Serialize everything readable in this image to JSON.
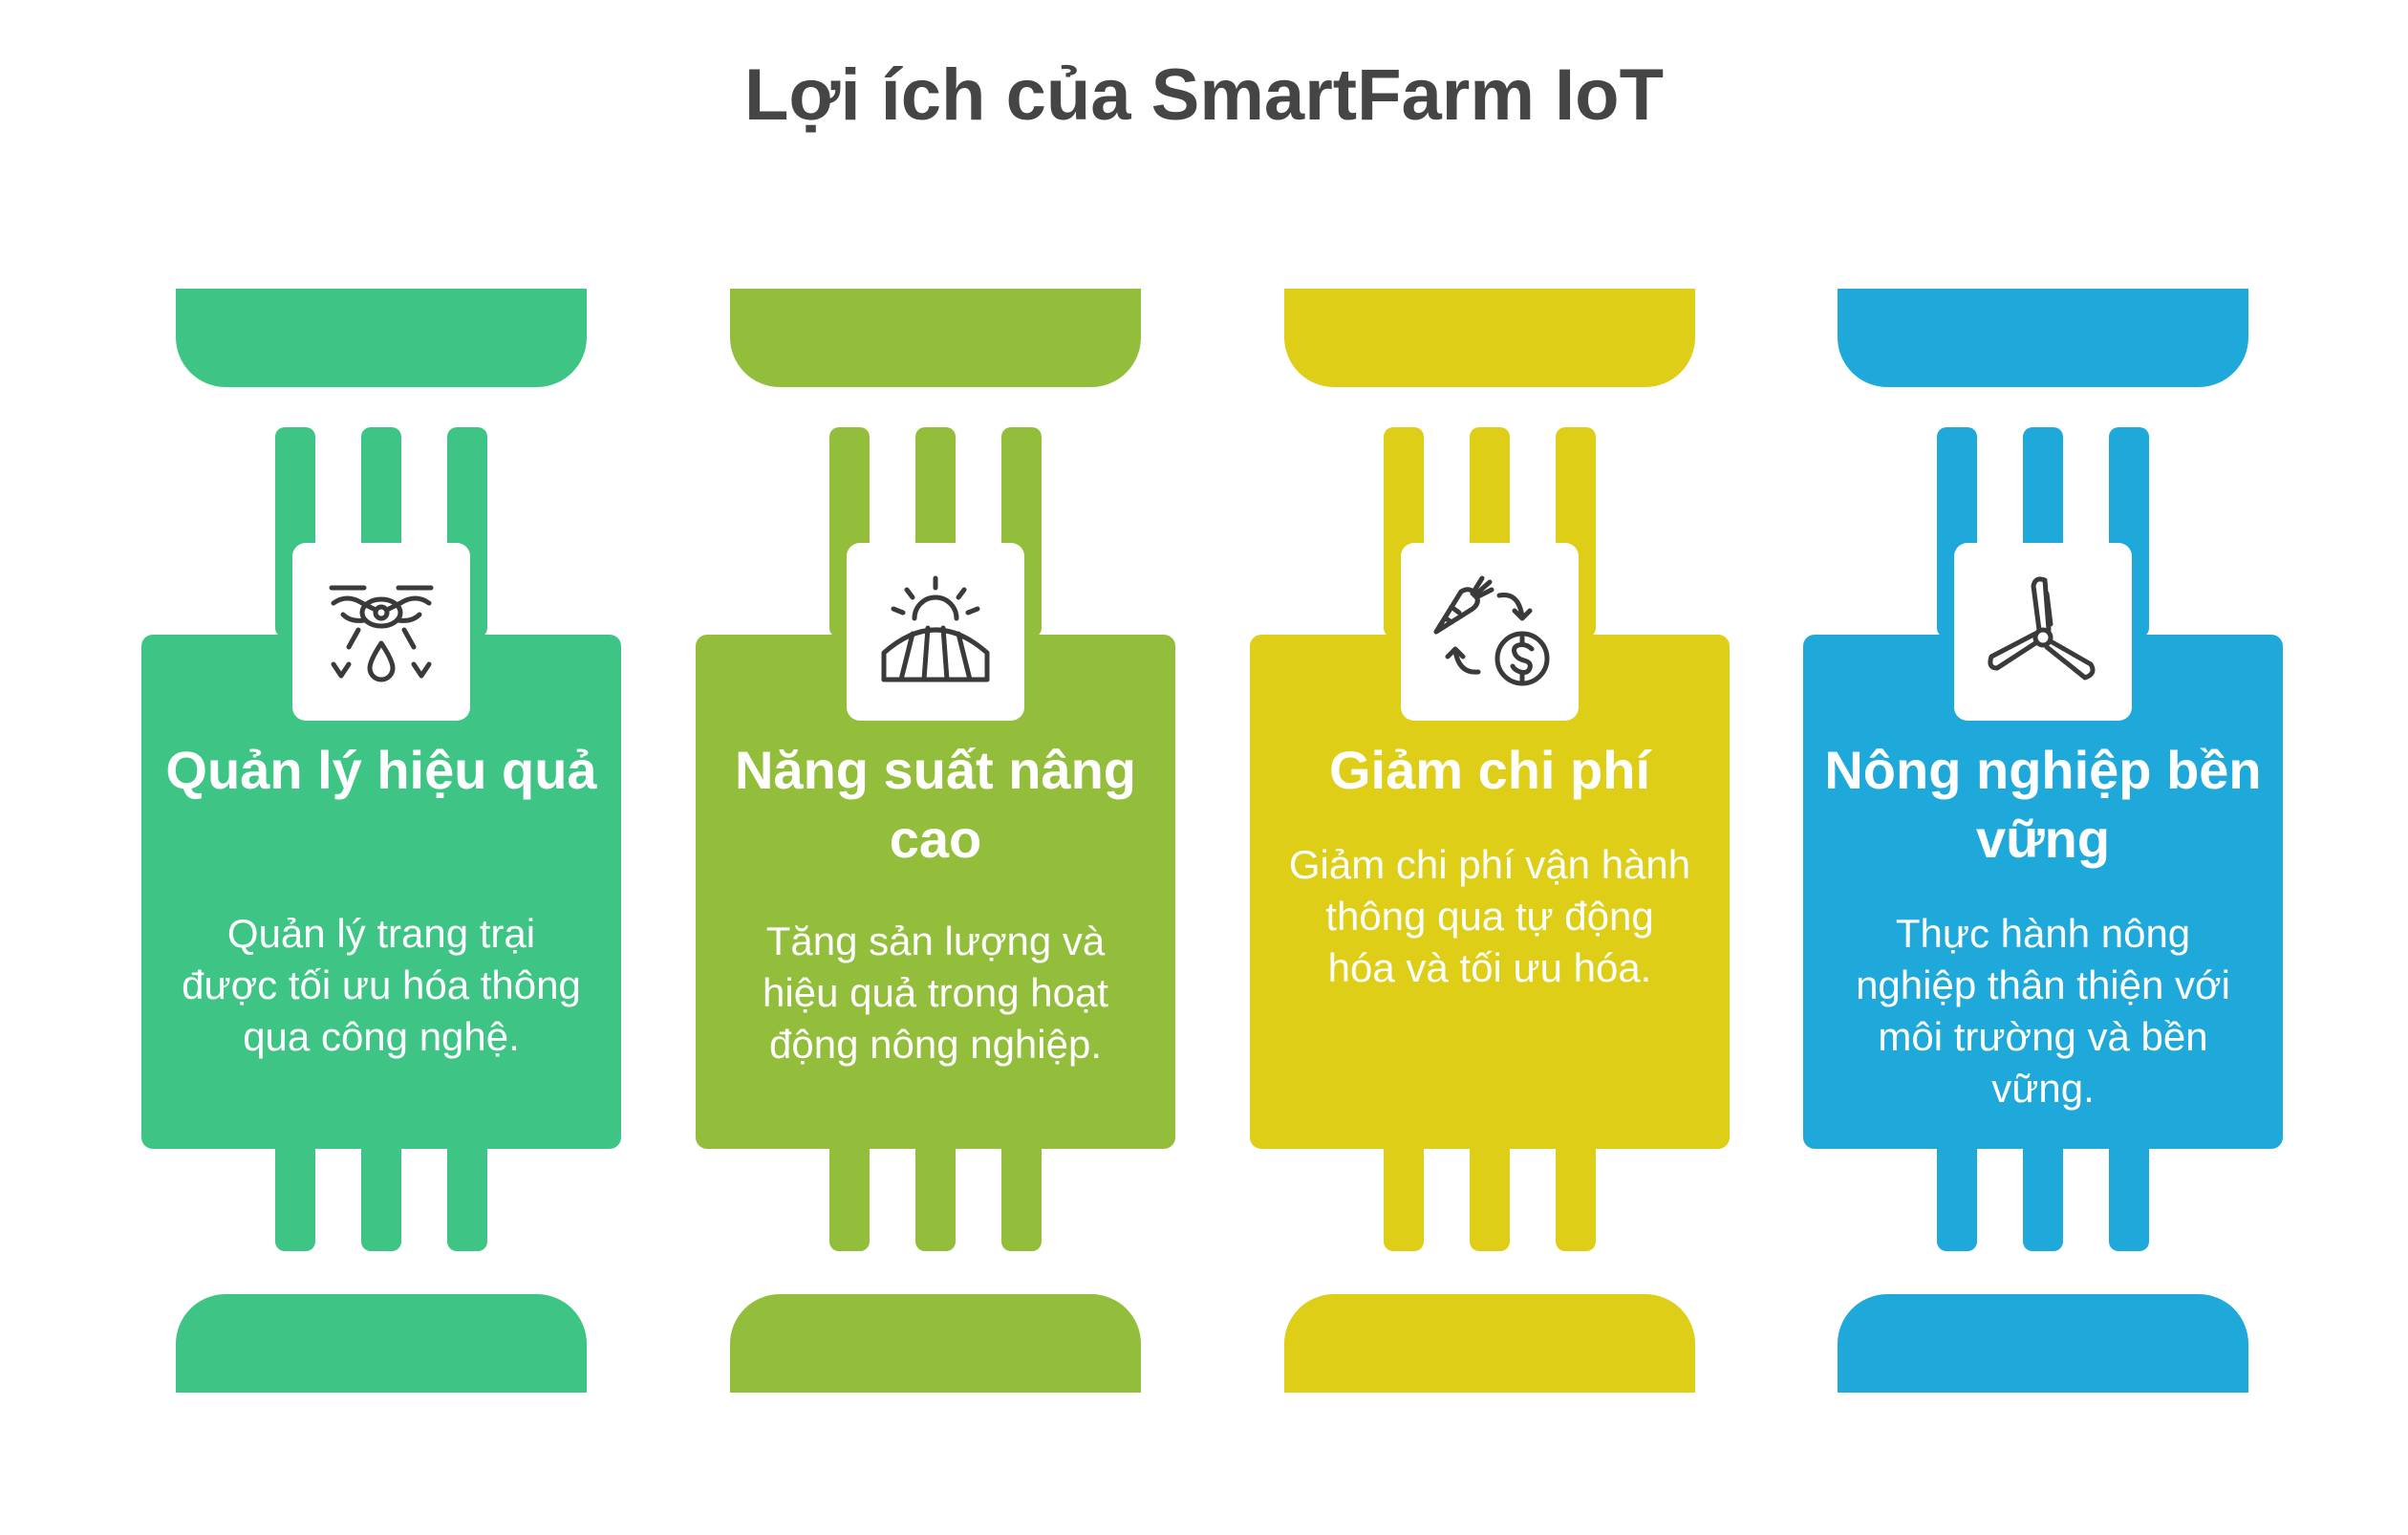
{
  "title": "Lợi ích của SmartFarm IoT",
  "items": [
    {
      "heading": "Quản lý hiệu quả",
      "description": "Quản lý trang trại được tối ưu hóa thông qua công nghệ.",
      "color": "#3EC585",
      "icon": "drone-watering-icon"
    },
    {
      "heading": "Năng suất nâng cao",
      "description": "Tăng sản lượng và hiệu quả trong hoạt động nông nghiệp.",
      "color": "#93BE3C",
      "icon": "sun-field-icon"
    },
    {
      "heading": "Giảm chi phí",
      "description": "Giảm chi phí vận hành thông qua tự động hóa và tối ưu hóa.",
      "color": "#DECE17",
      "icon": "carrot-money-exchange-icon"
    },
    {
      "heading": "Nông nghiệp bền vững",
      "description": "Thực hành nông nghiệp thân thiện với môi trường và bền vững.",
      "color": "#1EA9DA",
      "icon": "wind-turbine-icon"
    }
  ]
}
